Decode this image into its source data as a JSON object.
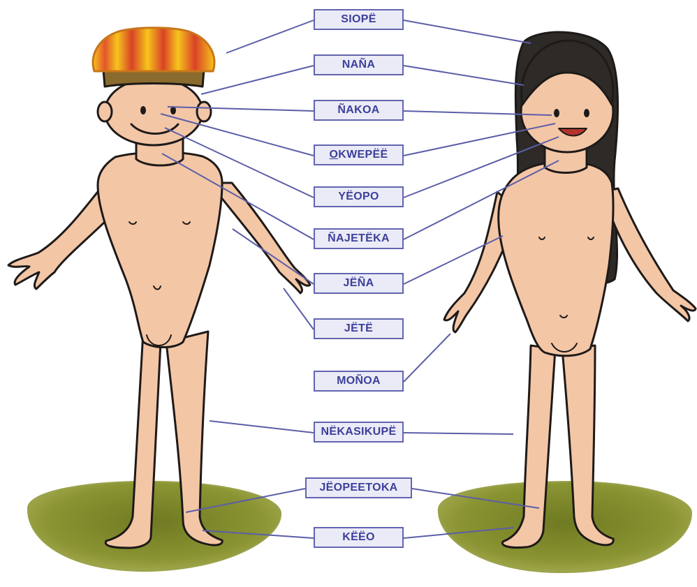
{
  "labels": {
    "siope": "SIOPË",
    "nana": "NAÑA",
    "nakoa": "ÑAKOA",
    "okwepee_first": "O",
    "okwepee_rest": "KWEPËË",
    "yeopo": "YËOPO",
    "najeteka": "ÑAJETËKA",
    "jena": "JËÑA",
    "jete": "JËTË",
    "monoa": "MOÑOA",
    "nekasikupe": "NËKASIKUPË",
    "jeopeetoka": "JËOPEETOKA",
    "keeo": "KËËO"
  },
  "colors": {
    "label_border": "#6264b0",
    "label_fill": "#ebebf7",
    "label_text": "#3c3f9a",
    "line": "#5b5ea8",
    "skin": "#f3c6a6",
    "skin_shadow": "#e3a584",
    "outline": "#1e1a18",
    "hair": "#2d2a28",
    "grass": "#7f8a2c",
    "crown_yellow": "#f4c21a",
    "crown_red": "#d6412a",
    "band": "#8a6b2e"
  }
}
